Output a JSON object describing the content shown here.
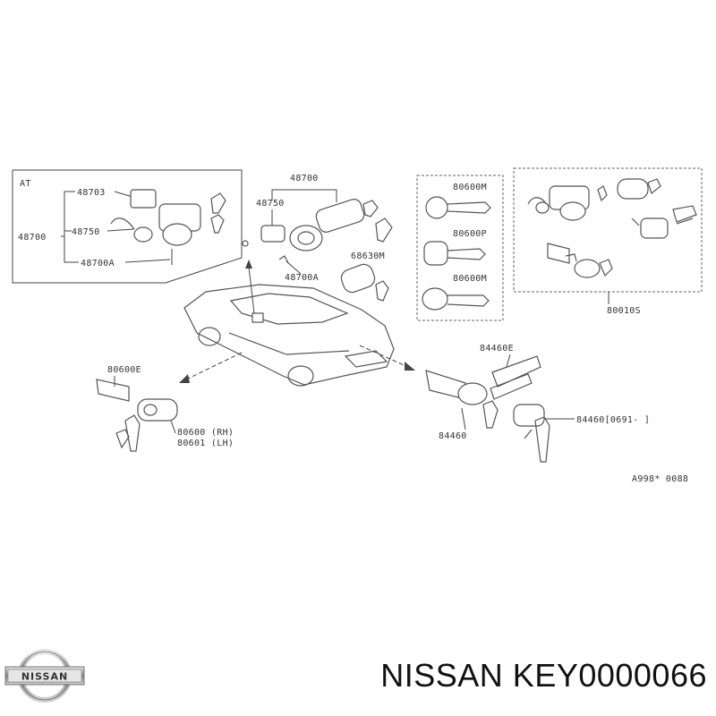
{
  "diagram": {
    "labels": {
      "at": "AT",
      "p48703": "48703",
      "p48750_left": "48750",
      "p48700_left": "48700",
      "p48700a_left": "48700A",
      "p48700_top": "48700",
      "p48750_center": "48750",
      "p48700a_center": "48700A",
      "p68630m": "68630M",
      "p80600m_1": "80600M",
      "p80600p": "80600P",
      "p80600m_2": "80600M",
      "p80010s": "80010S",
      "p80600e": "80600E",
      "p80600rh": "80600 (RH)",
      "p80601lh": "80601 (LH)",
      "p84460e": "84460E",
      "p84460": "84460",
      "p84460_0691": "84460[0691-  ]",
      "ref": "A998* 0088"
    }
  },
  "footer": {
    "logo_text": "NISSAN",
    "part_title": "NISSAN KEY0000066"
  }
}
